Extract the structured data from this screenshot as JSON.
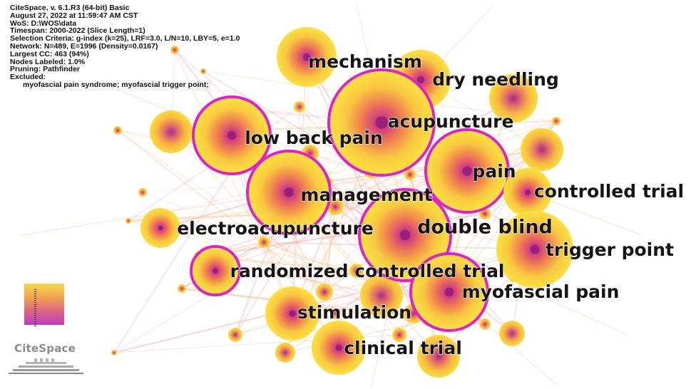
{
  "info": {
    "lines": [
      "CiteSpace, v. 6.1.R3 (64-bit) Basic",
      "August 27, 2022 at 11:59:47 AM CST",
      "WoS: D:\\WOS\\data",
      "Timespan: 2000-2022 (Slice Length=1)",
      "Selection Criteria: g-index (k=25), LRF=3.0, L/N=10, LBY=5, e=1.0",
      "Network: N=489, E=1996 (Density=0.0167)",
      "Largest CC: 463 (94%)",
      "Nodes Labeled: 1.0%",
      "Pruning: Pathfinder",
      "Excluded:"
    ],
    "excluded_terms": "myofascial pain syndrome; myofascial trigger point;"
  },
  "logo": {
    "text": "CiteSpace"
  },
  "colors": {
    "node_core": "#c0305a",
    "node_mid": "#f07a48",
    "node_outer": "#f7d835",
    "burst_ring": "#e020c8",
    "edge": "#e8a0b0"
  },
  "keywords": [
    "mechanism",
    "dry needling",
    "acupuncture",
    "low back pain",
    "pain",
    "controlled trial",
    "management",
    "double blind",
    "electroacupuncture",
    "trigger point",
    "randomized controlled trial",
    "myofascial pain",
    "stimulation",
    "clinical trial"
  ]
}
